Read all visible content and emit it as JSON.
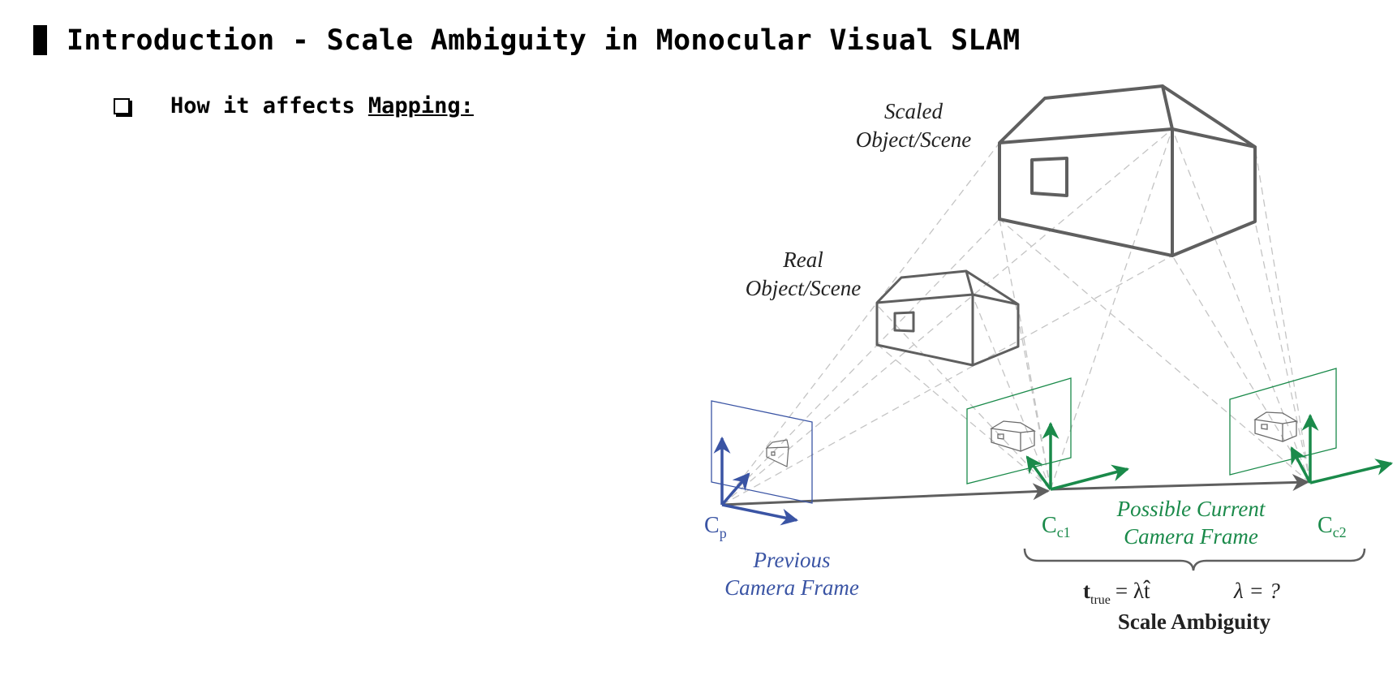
{
  "slide": {
    "title": "Introduction - Scale Ambiguity in Monocular Visual SLAM",
    "bullet": {
      "icon": "checkbox-bullet-icon",
      "prefix": "How it affects ",
      "emphasis": "Mapping:"
    }
  },
  "diagram": {
    "labels": {
      "scaled_line1": "Scaled",
      "scaled_line2": "Object/Scene",
      "real_line1": "Real",
      "real_line2": "Object/Scene",
      "cp_main": "C",
      "cp_sub": "p",
      "previous_line1": "Previous",
      "previous_line2": "Camera Frame",
      "cc1_main": "C",
      "cc1_sub": "c1",
      "cc2_main": "C",
      "cc2_sub": "c2",
      "possible_line1": "Possible Current",
      "possible_line2": "Camera Frame",
      "eq_t": "t",
      "eq_sub": "true",
      "eq_rhs": "= λt̂",
      "eq_lambda": "λ = ?",
      "scale_ambiguity": "Scale Ambiguity"
    },
    "colors": {
      "house": "#5f5f5f",
      "dashed": "#bdbdbd",
      "previous_frame": "#3a54a4",
      "current_frame": "#1a8a4a",
      "text_dark": "#222222"
    }
  }
}
